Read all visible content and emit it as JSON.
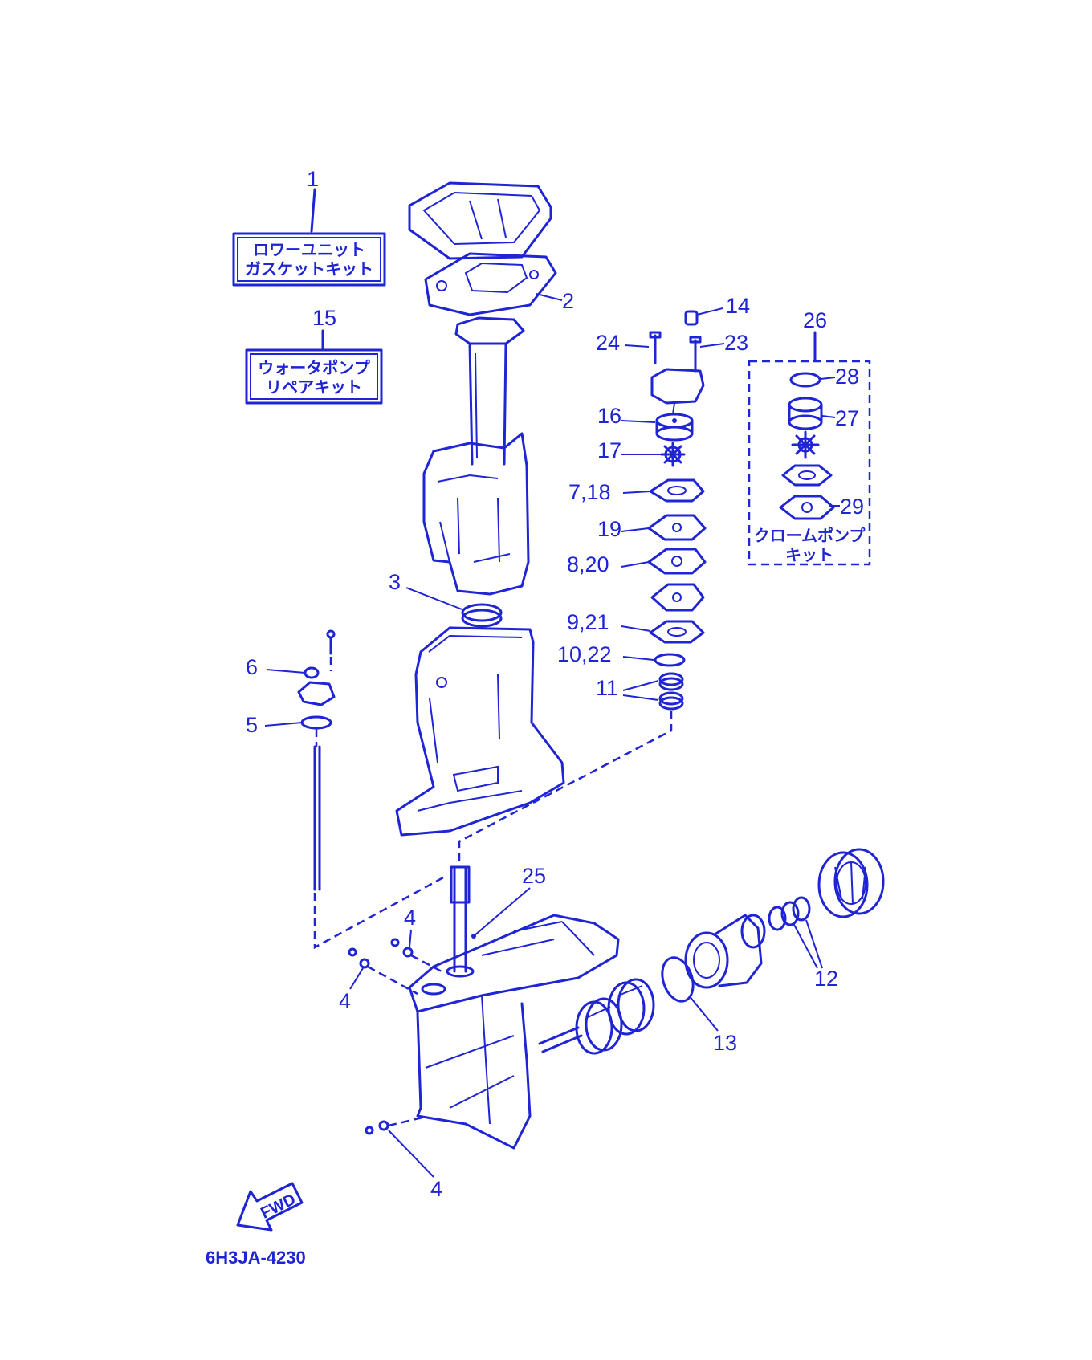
{
  "kits": {
    "lower_unit": {
      "callout": "1",
      "line1": "ロワーユニット",
      "line2": "ガスケットキット"
    },
    "water_pump": {
      "callout": "15",
      "line1": "ウォータポンプ",
      "line2": "リペアキット"
    },
    "chrome_pump": {
      "callout": "26",
      "line1": "クロームポンプ",
      "line2": "キット"
    }
  },
  "callouts": {
    "c2": "2",
    "c3": "3",
    "c4a": "4",
    "c4b": "4",
    "c4c": "4",
    "c5": "5",
    "c6": "6",
    "c7_18": "7,18",
    "c8_20": "8,20",
    "c9_21": "9,21",
    "c10_22": "10,22",
    "c11": "11",
    "c12": "12",
    "c13": "13",
    "c14": "14",
    "c16": "16",
    "c17": "17",
    "c19": "19",
    "c23": "23",
    "c24": "24",
    "c25": "25",
    "c27": "27",
    "c28": "28",
    "c29": "29"
  },
  "fwd_label": "FWD",
  "diagram_code": "6H3JA-4230",
  "colors": {
    "ink": "#1f24d4",
    "background": "#ffffff"
  }
}
